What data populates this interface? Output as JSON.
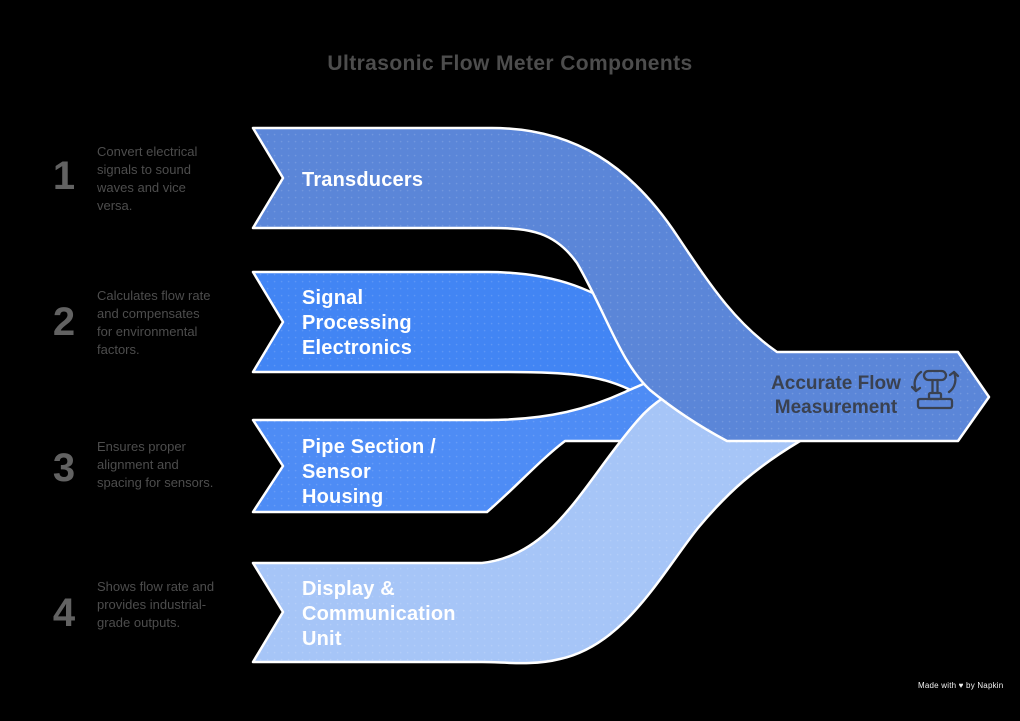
{
  "title": "Ultrasonic Flow Meter Components",
  "steps": [
    {
      "number": "1",
      "description": "Convert electrical\nsignals to sound\nwaves and vice\nversa.",
      "label": "Transducers",
      "color": "#5b86d8"
    },
    {
      "number": "2",
      "description": "Calculates flow rate\nand compensates\nfor environmental\nfactors.",
      "label": "Signal\nProcessing\nElectronics",
      "color": "#4285f4"
    },
    {
      "number": "3",
      "description": "Ensures proper\nalignment and\nspacing for sensors.",
      "label": "Pipe Section /\nSensor\nHousing",
      "color": "#4e8cf5"
    },
    {
      "number": "4",
      "description": "Shows flow rate and\nprovides industrial-\ngrade outputs.",
      "label": "Display &\nCommunication\nUnit",
      "color": "#a6c5f7"
    }
  ],
  "result": {
    "label": "Accurate Flow\nMeasurement",
    "color": "#5b86d8",
    "text_color": "#3a4150",
    "icon": "flow-control-valve-icon"
  },
  "watermark": "Made with ♥ by Napkin",
  "colors": {
    "background": "#000000",
    "ribbon_outline": "#ffffff",
    "title_text": "#4d4d4d",
    "step_text": "#4d4d4d",
    "ribbon_text": "#ffffff"
  }
}
